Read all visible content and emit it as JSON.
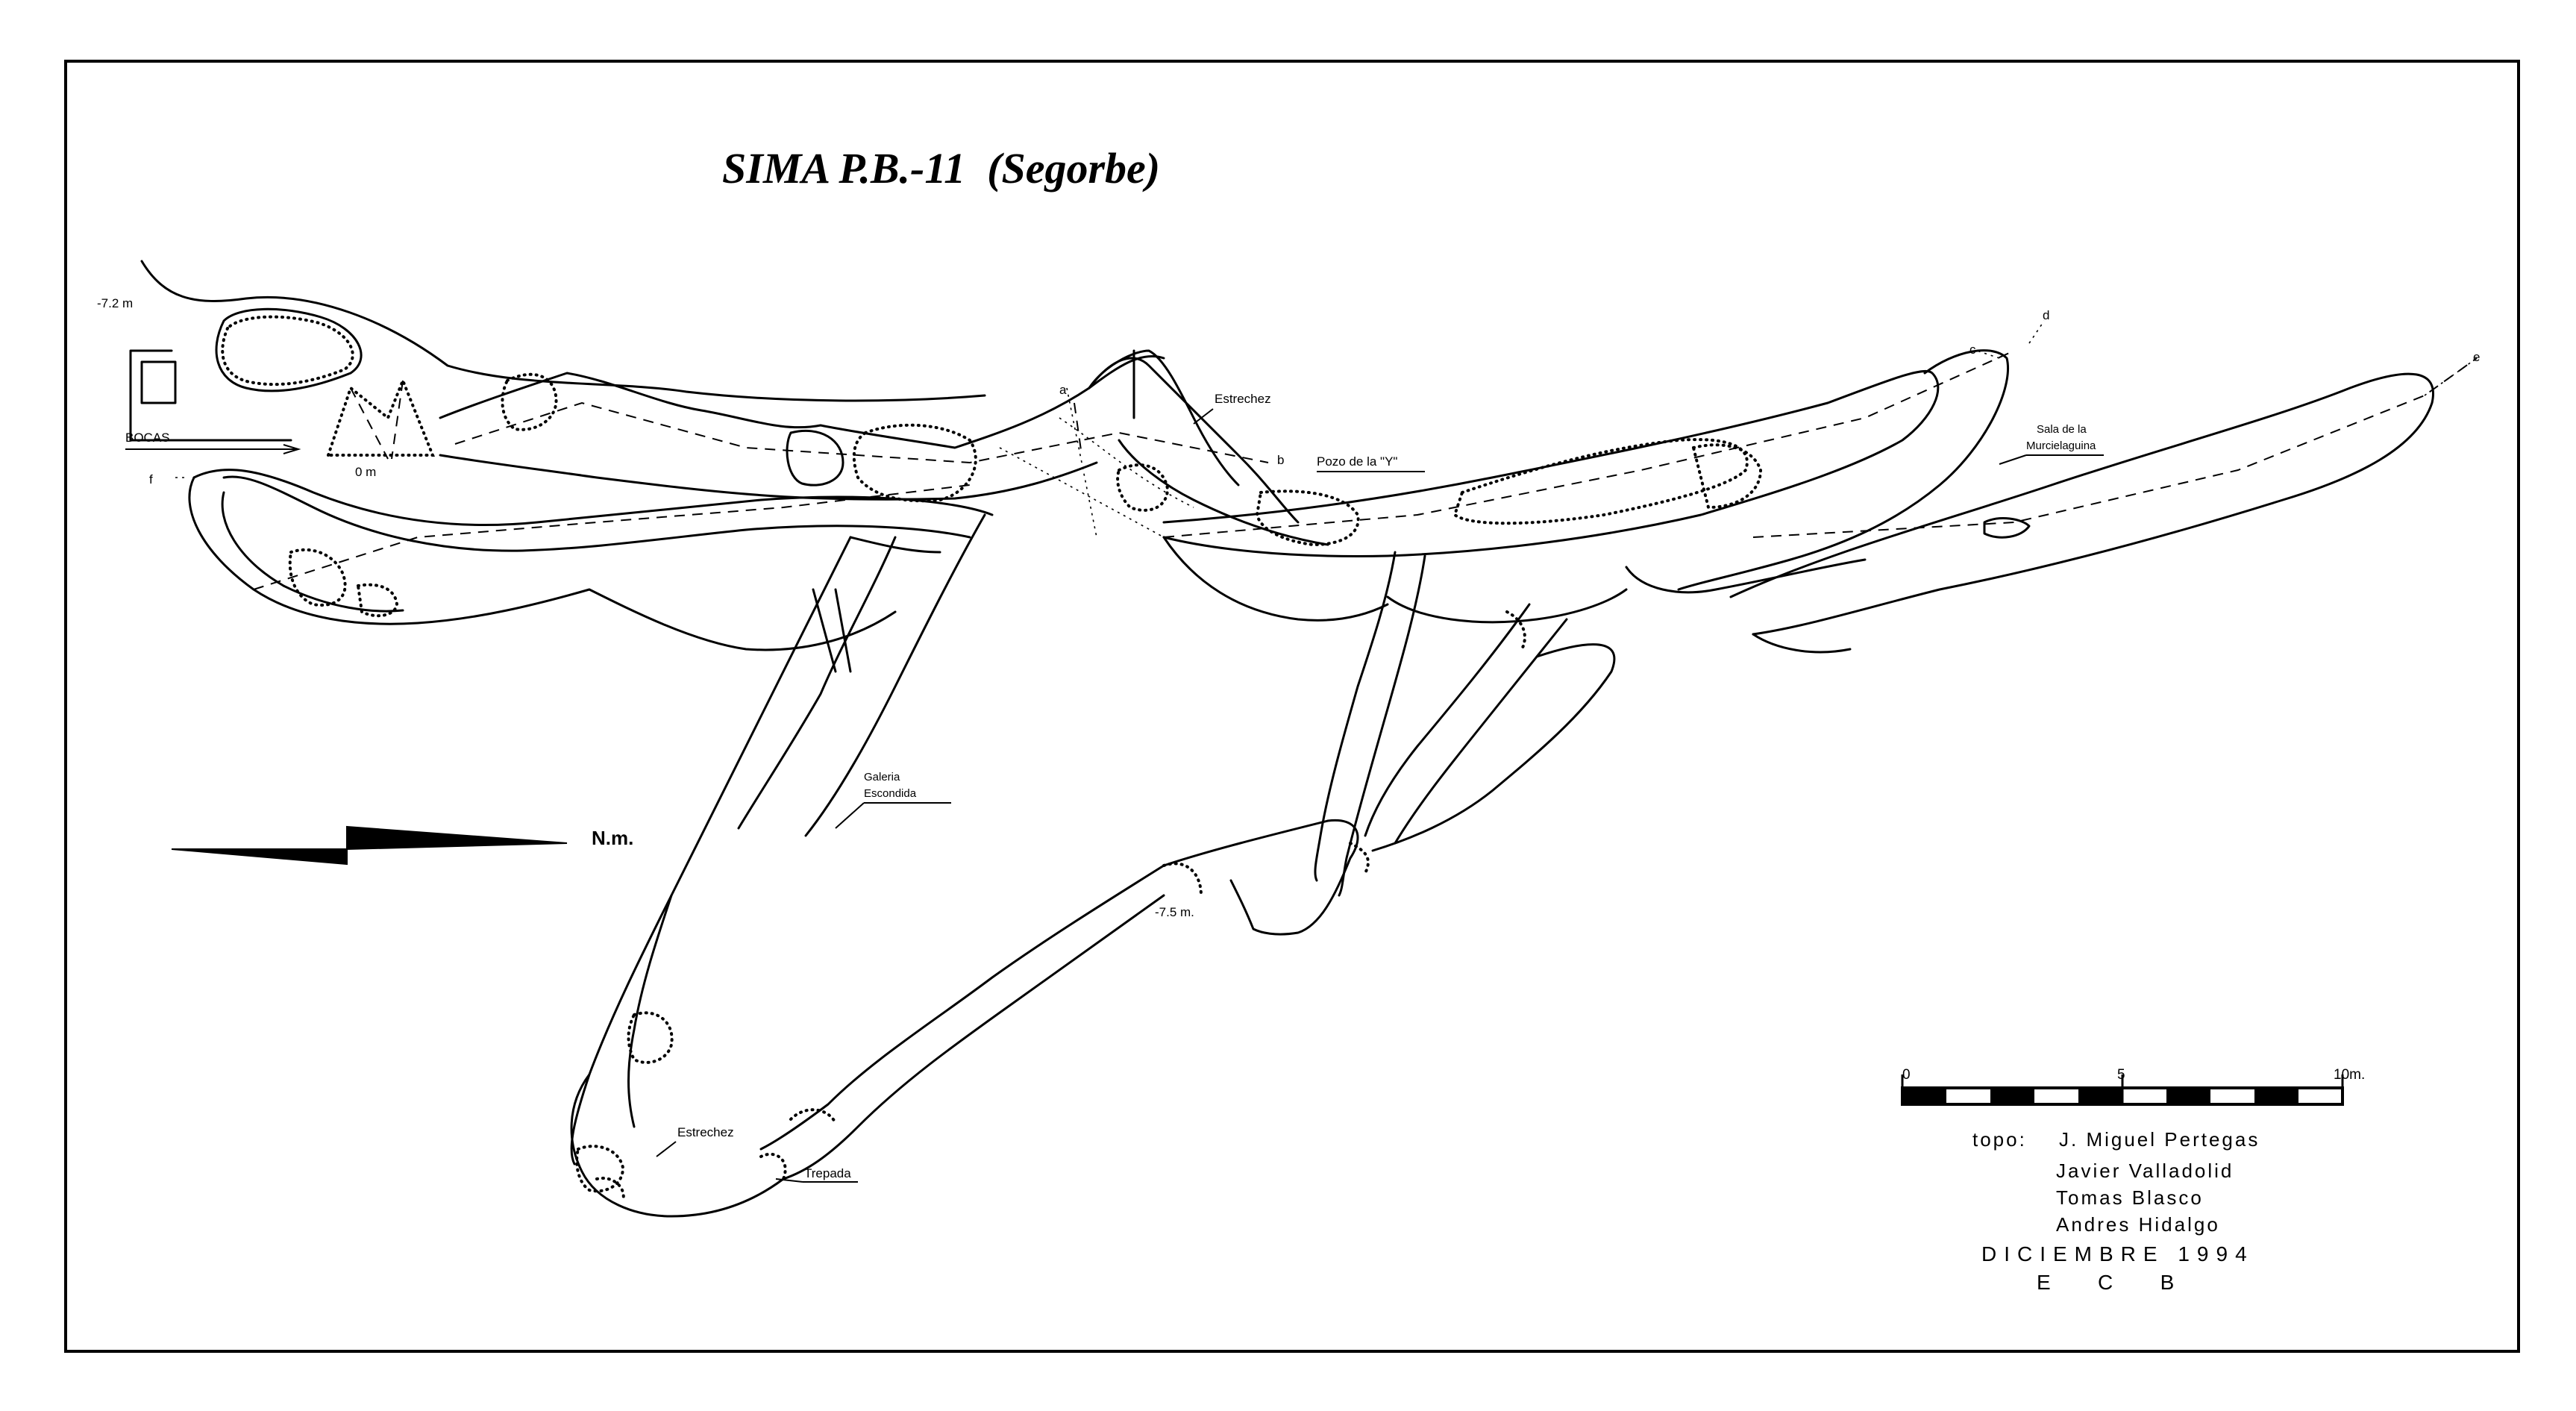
{
  "title": "SIMA P.B.-11  (Segorbe)",
  "depths": {
    "top_depth": "-7.2 m",
    "entrance_zero": "0 m",
    "bottom_depth": "-7.5 m."
  },
  "labels": {
    "bocas": "BOCAS",
    "estrechez_top": "Estrechez",
    "pozo_y": "Pozo de la \"Y\"",
    "sala_line1": "Sala de la",
    "sala_line2": "Murcielaguina",
    "galeria_line1": "Galeria",
    "galeria_line2": "Escondida",
    "estrechez_bottom": "Estrechez",
    "trepada": "Trepada"
  },
  "section_marks": {
    "a": "a",
    "b": "b",
    "c": "c",
    "d": "d",
    "e": "e",
    "f": "f"
  },
  "north": {
    "label": "N.m."
  },
  "scale": {
    "tick_0": "0",
    "tick_5": "5",
    "tick_10": "10m.",
    "max_m": 10
  },
  "credits": {
    "topo_prefix": "topo:",
    "author_1": "J. Miguel Pertegas",
    "author_2": "Javier Valladolid",
    "author_3": "Tomas Blasco",
    "author_4": "Andres Hidalgo",
    "date": "DICIEMBRE 1994",
    "club": "E   C   B"
  },
  "colors": {
    "ink": "#000000",
    "paper": "#ffffff"
  }
}
